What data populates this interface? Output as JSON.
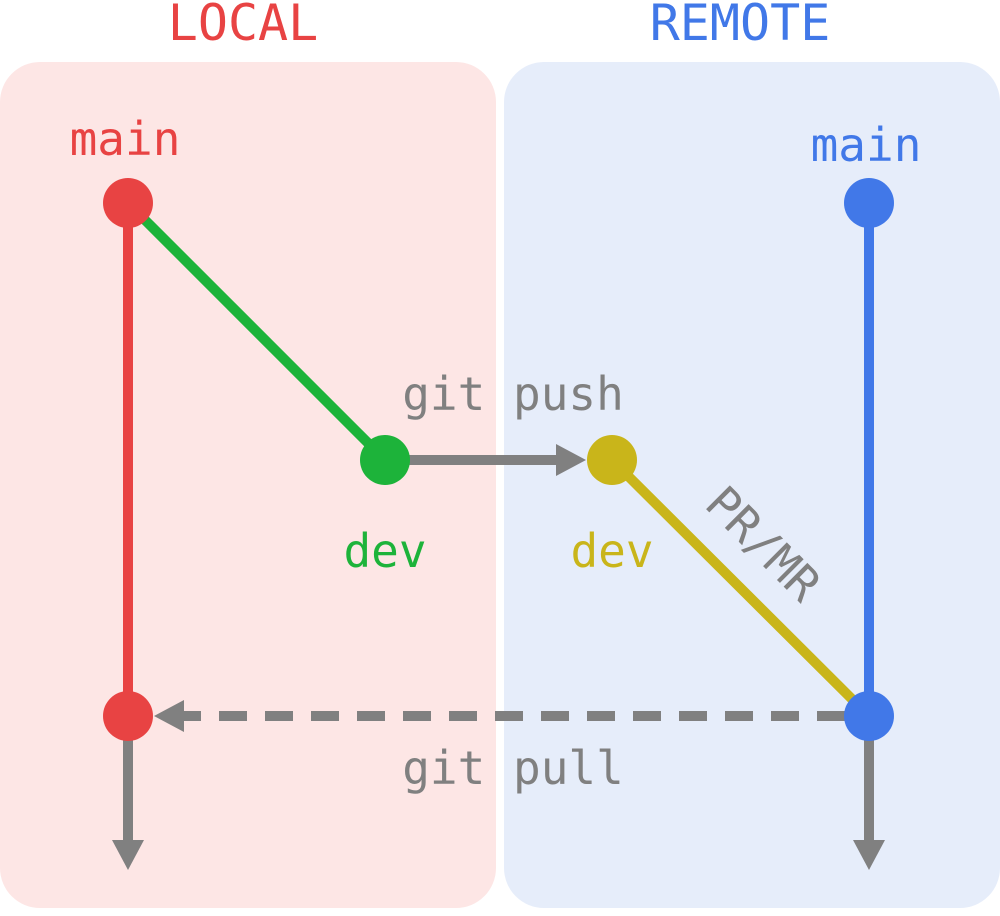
{
  "panels": {
    "local": {
      "title": "LOCAL",
      "title_color": "#e84343",
      "fill": "#fde6e5"
    },
    "remote": {
      "title": "REMOTE",
      "title_color": "#4178e8",
      "fill": "#e5ecfa"
    }
  },
  "branches": {
    "local_main": {
      "label": "main",
      "color": "#e84343"
    },
    "local_dev": {
      "label": "dev",
      "color": "#1db33a"
    },
    "remote_dev": {
      "label": "dev",
      "color": "#c9b51a"
    },
    "remote_main": {
      "label": "main",
      "color": "#4178e8"
    }
  },
  "commands": {
    "push": {
      "label": "git push",
      "color": "#808080"
    },
    "pull": {
      "label": "git pull",
      "color": "#808080"
    },
    "pr": {
      "label": "PR/MR",
      "color": "#808080"
    }
  },
  "connector_color": "#808080"
}
